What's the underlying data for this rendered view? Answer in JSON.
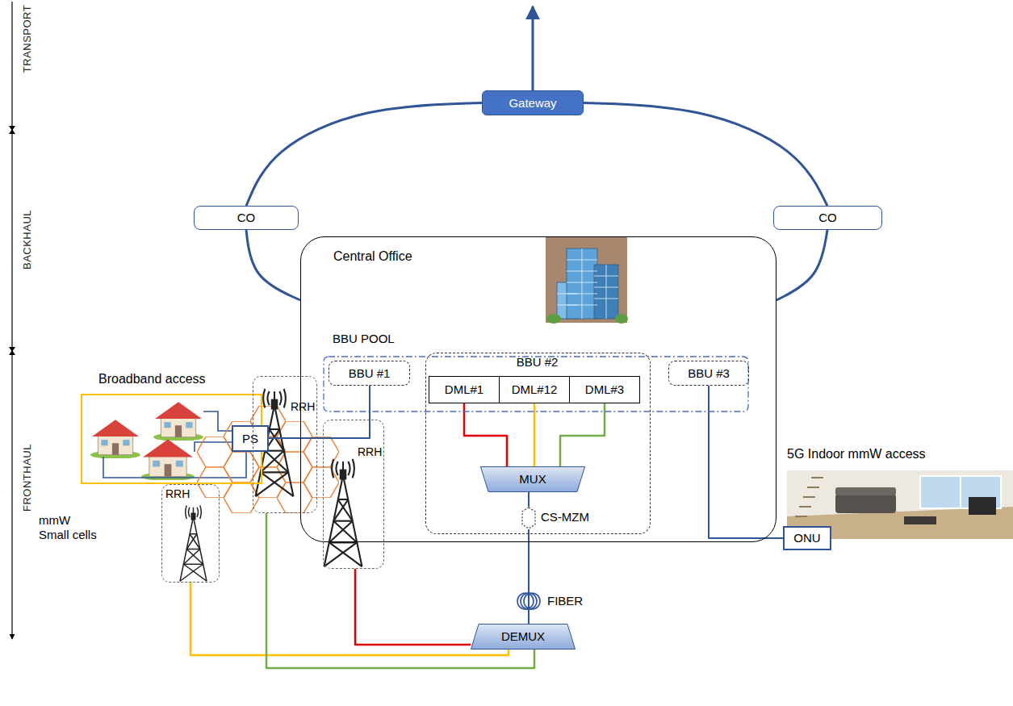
{
  "diagram": {
    "nodes": [
      {
        "text": [
          "Gateway"
        ]
      },
      {
        "text": [
          "CO"
        ]
      },
      {
        "text": [
          "CO"
        ]
      },
      {
        "text": [
          "Central Office"
        ]
      },
      {
        "text": [
          "BBU POOL"
        ],
        "in": 3
      },
      {
        "text": [
          "BBU #1"
        ],
        "in": 4
      },
      {
        "text": [
          "BBU #2"
        ],
        "in": 4
      },
      {
        "text": [
          "DML#1"
        ],
        "in": 6
      },
      {
        "text": [
          "DML#12"
        ],
        "in": 6
      },
      {
        "text": [
          "DML#3"
        ],
        "in": 6
      },
      {
        "text": [
          "MUX"
        ],
        "in": 6
      },
      {
        "text": [
          "CS-MZM"
        ],
        "in": 6
      },
      {
        "text": [
          "BBU #3"
        ],
        "in": 4
      },
      {
        "text": [
          "Broadband access"
        ]
      },
      {
        "text": [
          "PS"
        ],
        "in": 13
      },
      {
        "text": [
          "5G Indoor mmW access"
        ]
      },
      {
        "text": [
          "ONU"
        ]
      },
      {
        "text": [
          "RRH"
        ]
      },
      {
        "text": [
          "RRH"
        ]
      },
      {
        "text": [
          "RRH"
        ]
      },
      {
        "text": [
          "DEMUX"
        ]
      }
    ],
    "edges": [
      {
        "from": 0,
        "to": 1,
        "arrow": "none"
      },
      {
        "from": 1,
        "to": 3,
        "arrow": "none"
      },
      {
        "from": 0,
        "to": 2,
        "arrow": "none"
      },
      {
        "from": 2,
        "to": 3,
        "arrow": "none"
      },
      {
        "from": 5,
        "to": 14,
        "arrow": "none"
      },
      {
        "from": 7,
        "to": 10,
        "arrow": "none"
      },
      {
        "from": 8,
        "to": 10,
        "arrow": "none"
      },
      {
        "from": 9,
        "to": 10,
        "arrow": "none"
      },
      {
        "from": 10,
        "to": 11,
        "arrow": "none"
      },
      {
        "from": 11,
        "to": 20,
        "arrow": "none"
      },
      {
        "from": 20,
        "to": 19,
        "arrow": "none"
      },
      {
        "from": 20,
        "to": 17,
        "arrow": "none"
      },
      {
        "from": 20,
        "to": 18,
        "arrow": "none"
      },
      {
        "from": 12,
        "to": 16,
        "arrow": "none"
      }
    ],
    "labels": [
      "TRANSPORT",
      "BACKHAUL",
      "FRONTHAUL",
      "FIBER",
      "mmW Small cells"
    ]
  }
}
